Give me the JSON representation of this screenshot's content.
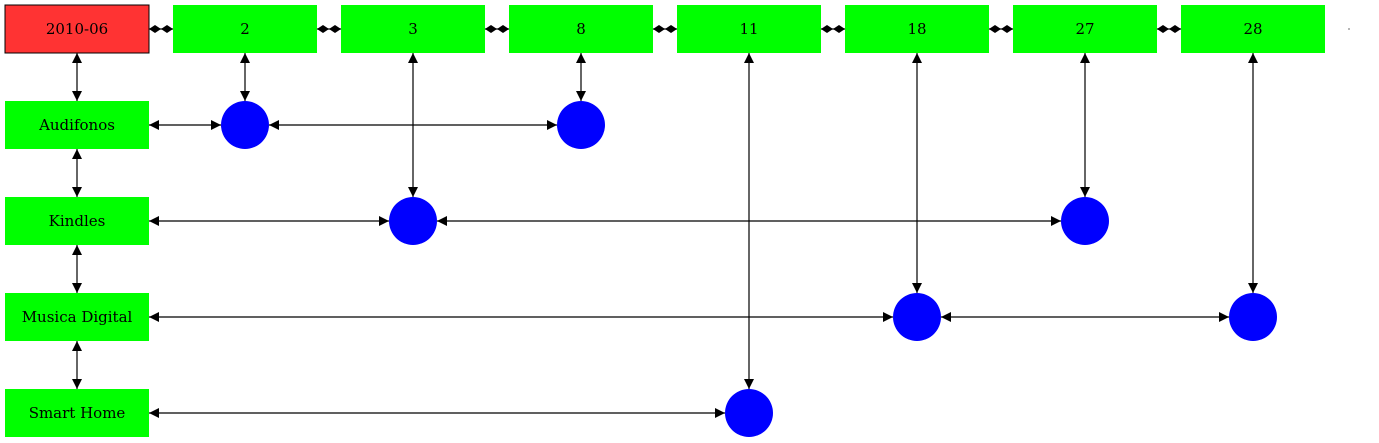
{
  "month": {
    "label": "2010-06",
    "color": "#ff3333"
  },
  "days": [
    "2",
    "3",
    "8",
    "11",
    "18",
    "27",
    "28"
  ],
  "categories": [
    {
      "label": "Audifonos",
      "days": [
        "2",
        "8"
      ]
    },
    {
      "label": "Kindles",
      "days": [
        "3",
        "27"
      ]
    },
    {
      "label": "Musica Digital",
      "days": [
        "18",
        "28"
      ]
    },
    {
      "label": "Smart Home",
      "days": [
        "11"
      ]
    }
  ],
  "colors": {
    "box": "#00ff00",
    "event": "#0000ff",
    "edge": "#000000"
  }
}
